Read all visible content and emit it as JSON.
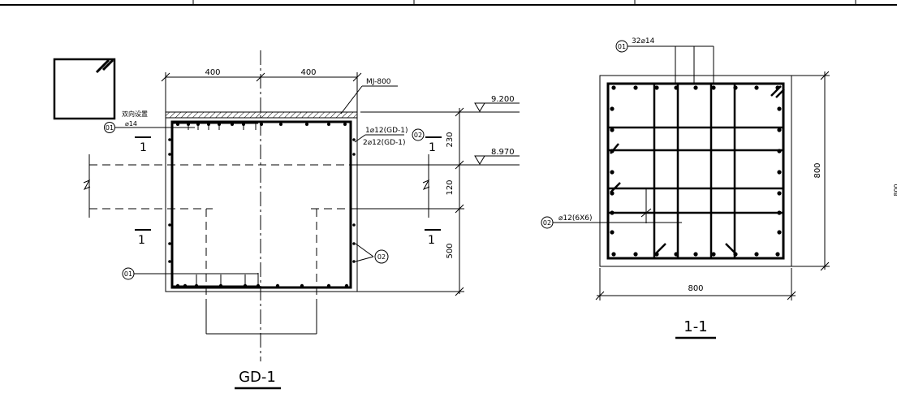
{
  "legend_symbol": {
    "name": "column-section-symbol"
  },
  "gd1": {
    "dim_top_left": "400",
    "dim_top_right": "400",
    "label_mj": "MJ-800",
    "note_two_way": "双向设置",
    "note_bar": "⌀14",
    "tag_01_top": "01",
    "tag_01_bottom": "01",
    "tag_02_mid": "02",
    "tag_02_low": "02",
    "bar_note_1": "1⌀12(GD-1)",
    "bar_note_2": "2⌀12(GD-1)",
    "cut_label_left_top": "1",
    "cut_label_right_top": "1",
    "cut_label_left_bottom": "1",
    "cut_label_right_bottom": "1",
    "elev_top": "9.200",
    "elev_mid": "8.970",
    "dim_v_230": "230",
    "dim_v_120": "120",
    "dim_v_500": "500",
    "title": "GD-1"
  },
  "section11": {
    "tag_01": "01",
    "bars_main": "32⌀14",
    "tag_02": "02",
    "bars_tie": "⌀12(6X6)",
    "dim_height": "800",
    "dim_width": "800",
    "edge_label": "800",
    "title": "1-1"
  }
}
